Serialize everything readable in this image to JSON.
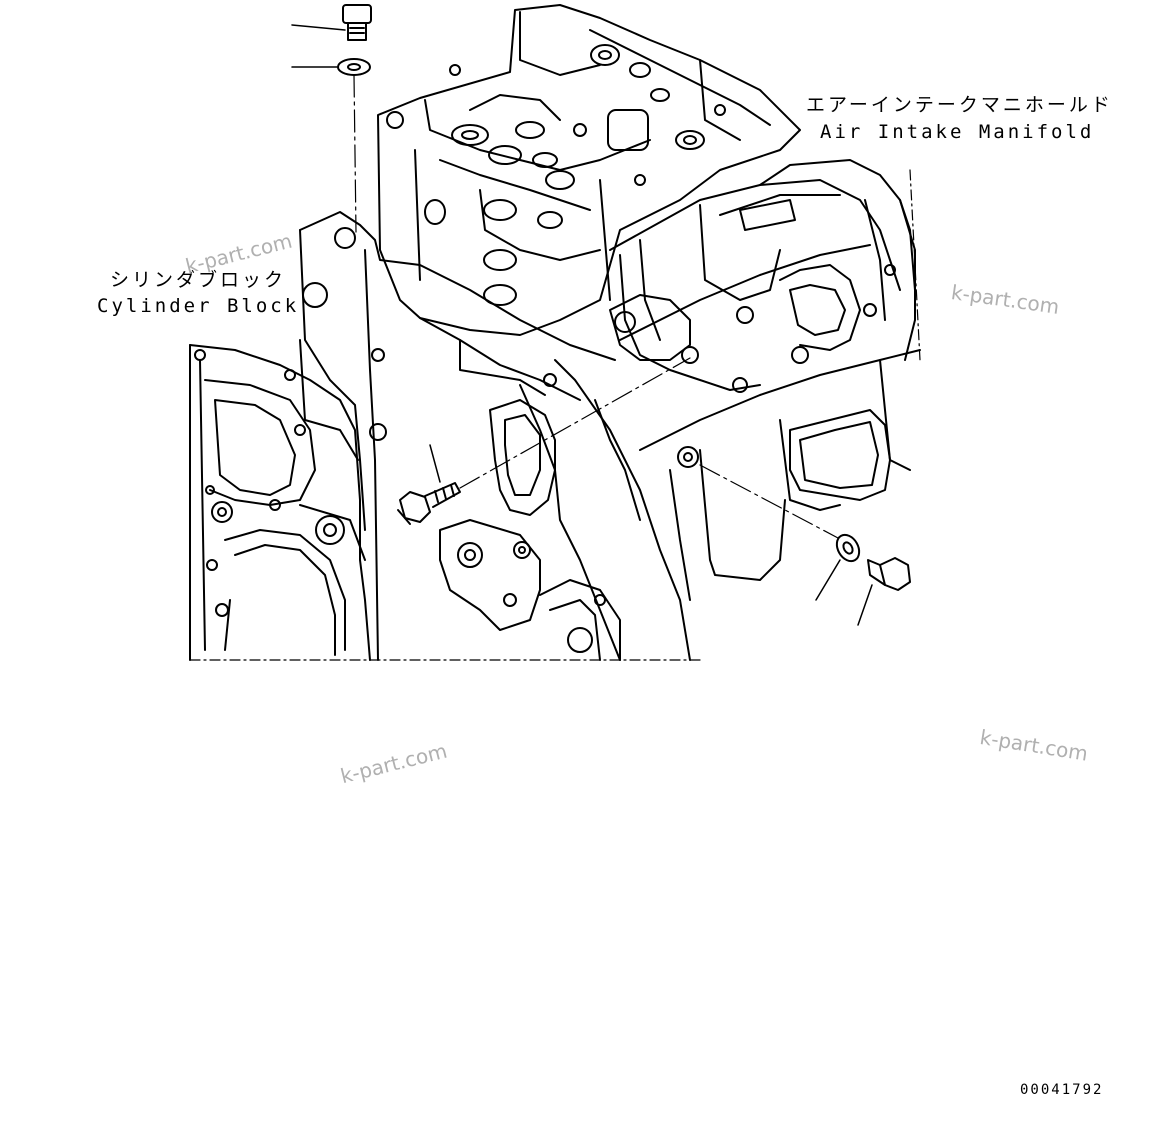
{
  "labels": {
    "air_intake_manifold_jp": "エアーインテークマニホールド",
    "air_intake_manifold_en": "Air Intake Manifold",
    "cylinder_block_jp": "シリンダブロック",
    "cylinder_block_en": "Cylinder Block"
  },
  "watermarks": [
    "k-part.com",
    "k-part.com",
    "k-part.com",
    "k-part.com"
  ],
  "drawing_number": "00041792",
  "colors": {
    "line": "#000000",
    "watermark": "#b0b0b0",
    "background": "#ffffff"
  }
}
